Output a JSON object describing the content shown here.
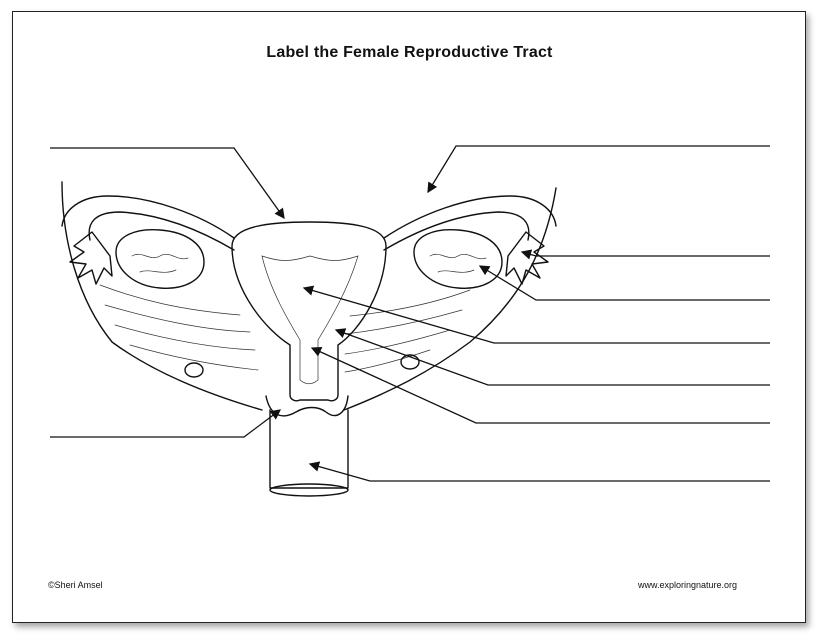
{
  "title": "Label the Female Reproductive Tract",
  "credit_left": "©Sheri Amsel",
  "credit_right": "www.exploringnature.org",
  "colors": {
    "line": "#111111",
    "background": "#ffffff"
  }
}
